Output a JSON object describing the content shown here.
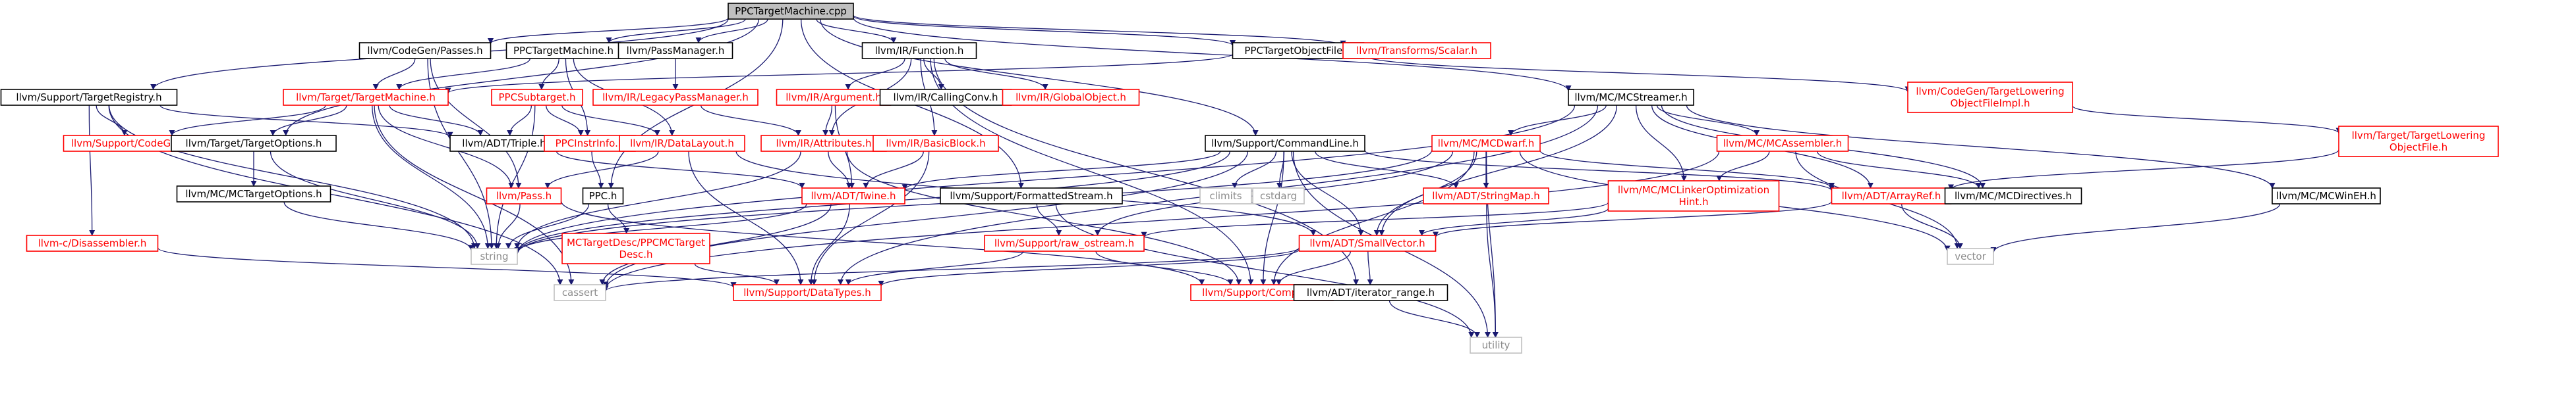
{
  "graph": {
    "colors": {
      "edge": "#191970",
      "root_fill": "#bfbfbf",
      "default_border": "#000000",
      "default_text": "#000000",
      "missing_border": "#ff0000",
      "missing_text": "#ff0000",
      "external_border": "#bfbfbf",
      "external_text": "#8c8c8c"
    },
    "nodes": [
      {
        "id": "root",
        "label": "PPCTargetMachine.cpp",
        "kind": "root"
      },
      {
        "id": "cgpasses",
        "label": "llvm/CodeGen/Passes.h",
        "kind": "default"
      },
      {
        "id": "ppctm",
        "label": "PPCTargetMachine.h",
        "kind": "default"
      },
      {
        "id": "passmgr",
        "label": "llvm/PassManager.h",
        "kind": "default"
      },
      {
        "id": "irfunc",
        "label": "llvm/IR/Function.h",
        "kind": "default"
      },
      {
        "id": "ppctof",
        "label": "PPCTargetObjectFile.h",
        "kind": "default"
      },
      {
        "id": "scalar",
        "label": "llvm/Transforms/Scalar.h",
        "kind": "missing"
      },
      {
        "id": "treg",
        "label": "llvm/Support/TargetRegistry.h",
        "kind": "default"
      },
      {
        "id": "ttm",
        "label": "llvm/Target/TargetMachine.h",
        "kind": "missing"
      },
      {
        "id": "ppcsub",
        "label": "PPCSubtarget.h",
        "kind": "missing"
      },
      {
        "id": "legacypm",
        "label": "llvm/IR/LegacyPassManager.h",
        "kind": "missing"
      },
      {
        "id": "irarg",
        "label": "llvm/IR/Argument.h",
        "kind": "missing"
      },
      {
        "id": "callconv",
        "label": "llvm/IR/CallingConv.h",
        "kind": "default"
      },
      {
        "id": "globalobj",
        "label": "llvm/IR/GlobalObject.h",
        "kind": "missing"
      },
      {
        "id": "mcstreamer",
        "label": "llvm/MC/MCStreamer.h",
        "kind": "default"
      },
      {
        "id": "tlofimpl",
        "label": "llvm/CodeGen/TargetLowering\nObjectFileImpl.h",
        "kind": "missing"
      },
      {
        "id": "tlof",
        "label": "llvm/Target/TargetLowering\nObjectFile.h",
        "kind": "missing"
      },
      {
        "id": "supcg",
        "label": "llvm/Support/CodeGen.h",
        "kind": "missing"
      },
      {
        "id": "ttopts",
        "label": "llvm/Target/TargetOptions.h",
        "kind": "default"
      },
      {
        "id": "triple",
        "label": "llvm/ADT/Triple.h",
        "kind": "default"
      },
      {
        "id": "ppcinstr",
        "label": "PPCInstrInfo.h",
        "kind": "missing"
      },
      {
        "id": "datalayout",
        "label": "llvm/IR/DataLayout.h",
        "kind": "missing"
      },
      {
        "id": "attrs",
        "label": "llvm/IR/Attributes.h",
        "kind": "missing"
      },
      {
        "id": "bb",
        "label": "llvm/IR/BasicBlock.h",
        "kind": "missing"
      },
      {
        "id": "cmdline",
        "label": "llvm/Support/CommandLine.h",
        "kind": "default"
      },
      {
        "id": "mcdwarf",
        "label": "llvm/MC/MCDwarf.h",
        "kind": "missing"
      },
      {
        "id": "mcasm",
        "label": "llvm/MC/MCAssembler.h",
        "kind": "missing"
      },
      {
        "id": "mcmctopts",
        "label": "llvm/MC/MCTargetOptions.h",
        "kind": "default"
      },
      {
        "id": "pass",
        "label": "llvm/Pass.h",
        "kind": "missing"
      },
      {
        "id": "ppch",
        "label": "PPC.h",
        "kind": "default"
      },
      {
        "id": "twine",
        "label": "llvm/ADT/Twine.h",
        "kind": "missing"
      },
      {
        "id": "climits",
        "label": "climits",
        "kind": "external"
      },
      {
        "id": "cstdarg",
        "label": "cstdarg",
        "kind": "external"
      },
      {
        "id": "fmtstream",
        "label": "llvm/Support/FormattedStream.h",
        "kind": "default"
      },
      {
        "id": "stringmap",
        "label": "llvm/ADT/StringMap.h",
        "kind": "missing"
      },
      {
        "id": "mclinker",
        "label": "llvm/MC/MCLinkerOptimization\nHint.h",
        "kind": "missing"
      },
      {
        "id": "arrayref",
        "label": "llvm/ADT/ArrayRef.h",
        "kind": "missing"
      },
      {
        "id": "mcdirectives",
        "label": "llvm/MC/MCDirectives.h",
        "kind": "default"
      },
      {
        "id": "mcwineh",
        "label": "llvm/MC/MCWinEH.h",
        "kind": "default"
      },
      {
        "id": "disasm",
        "label": "llvm-c/Disassembler.h",
        "kind": "missing"
      },
      {
        "id": "string",
        "label": "string",
        "kind": "external"
      },
      {
        "id": "mctdesc",
        "label": "MCTargetDesc/PPCMCTarget\nDesc.h",
        "kind": "missing"
      },
      {
        "id": "rawostream",
        "label": "llvm/Support/raw_ostream.h",
        "kind": "missing"
      },
      {
        "id": "smallvec",
        "label": "llvm/ADT/SmallVector.h",
        "kind": "missing"
      },
      {
        "id": "vector",
        "label": "vector",
        "kind": "external"
      },
      {
        "id": "cassert",
        "label": "cassert",
        "kind": "external"
      },
      {
        "id": "datatypes",
        "label": "llvm/Support/DataTypes.h",
        "kind": "missing"
      },
      {
        "id": "compiler",
        "label": "llvm/Support/Compiler.h",
        "kind": "missing"
      },
      {
        "id": "iterrange",
        "label": "llvm/ADT/iterator_range.h",
        "kind": "default"
      },
      {
        "id": "utility",
        "label": "utility",
        "kind": "external"
      }
    ],
    "edges": [
      [
        "root",
        "cgpasses"
      ],
      [
        "root",
        "ppctm"
      ],
      [
        "root",
        "passmgr"
      ],
      [
        "root",
        "irfunc"
      ],
      [
        "root",
        "ppctof"
      ],
      [
        "root",
        "scalar"
      ],
      [
        "root",
        "treg"
      ],
      [
        "root",
        "ttopts"
      ],
      [
        "root",
        "cmdline"
      ],
      [
        "root",
        "fmtstream"
      ],
      [
        "root",
        "mcstreamer"
      ],
      [
        "root",
        "ppch"
      ],
      [
        "cgpasses",
        "ttm"
      ],
      [
        "cgpasses",
        "pass"
      ],
      [
        "cgpasses",
        "string"
      ],
      [
        "ppctm",
        "ttm"
      ],
      [
        "ppctm",
        "ppcsub"
      ],
      [
        "ppctm",
        "ppcinstr"
      ],
      [
        "ppctm",
        "datalayout"
      ],
      [
        "passmgr",
        "legacypm"
      ],
      [
        "irfunc",
        "irarg"
      ],
      [
        "irfunc",
        "attrs"
      ],
      [
        "irfunc",
        "bb"
      ],
      [
        "irfunc",
        "callconv"
      ],
      [
        "irfunc",
        "globalobj"
      ],
      [
        "irfunc",
        "compiler"
      ],
      [
        "irfunc",
        "iterrange"
      ],
      [
        "ppctof",
        "tlofimpl"
      ],
      [
        "ppctof",
        "ttm"
      ],
      [
        "treg",
        "triple"
      ],
      [
        "treg",
        "supcg"
      ],
      [
        "treg",
        "disasm"
      ],
      [
        "treg",
        "cassert"
      ],
      [
        "treg",
        "string"
      ],
      [
        "ttm",
        "ttopts"
      ],
      [
        "ttm",
        "triple"
      ],
      [
        "ttm",
        "pass"
      ],
      [
        "ttm",
        "supcg"
      ],
      [
        "ttm",
        "string"
      ],
      [
        "ttm",
        "cassert"
      ],
      [
        "ppcsub",
        "ppcinstr"
      ],
      [
        "ppcsub",
        "datalayout"
      ],
      [
        "ppcsub",
        "string"
      ],
      [
        "ppcsub",
        "triple"
      ],
      [
        "legacypm",
        "attrs"
      ],
      [
        "irarg",
        "attrs"
      ],
      [
        "irarg",
        "twine"
      ],
      [
        "mcstreamer",
        "mcdwarf"
      ],
      [
        "mcstreamer",
        "mcasm"
      ],
      [
        "mcstreamer",
        "mclinker"
      ],
      [
        "mcstreamer",
        "arrayref"
      ],
      [
        "mcstreamer",
        "mcdirectives"
      ],
      [
        "mcstreamer",
        "mcwineh"
      ],
      [
        "mcstreamer",
        "smallvec"
      ],
      [
        "mcstreamer",
        "string"
      ],
      [
        "mcstreamer",
        "datatypes"
      ],
      [
        "tlofimpl",
        "tlof"
      ],
      [
        "tlof",
        "arrayref"
      ],
      [
        "ttopts",
        "mcmctopts"
      ],
      [
        "ttopts",
        "string"
      ],
      [
        "triple",
        "twine"
      ],
      [
        "ppcinstr",
        "ppch"
      ],
      [
        "datalayout",
        "pass"
      ],
      [
        "datalayout",
        "datatypes"
      ],
      [
        "datalayout",
        "smallvec"
      ],
      [
        "attrs",
        "twine"
      ],
      [
        "attrs",
        "string"
      ],
      [
        "attrs",
        "compiler"
      ],
      [
        "bb",
        "twine"
      ],
      [
        "bb",
        "datatypes"
      ],
      [
        "cmdline",
        "twine"
      ],
      [
        "cmdline",
        "climits"
      ],
      [
        "cmdline",
        "cstdarg"
      ],
      [
        "cmdline",
        "stringmap"
      ],
      [
        "cmdline",
        "smallvec"
      ],
      [
        "cmdline",
        "compiler"
      ],
      [
        "cmdline",
        "utility"
      ],
      [
        "cmdline",
        "string"
      ],
      [
        "cmdline",
        "cassert"
      ],
      [
        "cmdline",
        "arrayref"
      ],
      [
        "mcdwarf",
        "stringmap"
      ],
      [
        "mcdwarf",
        "arrayref"
      ],
      [
        "mcdwarf",
        "compiler"
      ],
      [
        "mcdwarf",
        "rawostream"
      ],
      [
        "mcdwarf",
        "string"
      ],
      [
        "mcdwarf",
        "utility"
      ],
      [
        "mcdwarf",
        "vector"
      ],
      [
        "mcdwarf",
        "smallvec"
      ],
      [
        "mcasm",
        "mcdirectives"
      ],
      [
        "mcasm",
        "mclinker"
      ],
      [
        "mcasm",
        "vector"
      ],
      [
        "mcasm",
        "cassert"
      ],
      [
        "mcmctopts",
        "string"
      ],
      [
        "pass",
        "string"
      ],
      [
        "pass",
        "compiler"
      ],
      [
        "ppch",
        "string"
      ],
      [
        "ppch",
        "mctdesc"
      ],
      [
        "twine",
        "string"
      ],
      [
        "twine",
        "cassert"
      ],
      [
        "twine",
        "datatypes"
      ],
      [
        "fmtstream",
        "rawostream"
      ],
      [
        "fmtstream",
        "utility"
      ],
      [
        "stringmap",
        "utility"
      ],
      [
        "mclinker",
        "rawostream"
      ],
      [
        "mclinker",
        "smallvec"
      ],
      [
        "arrayref",
        "smallvec"
      ],
      [
        "arrayref",
        "vector"
      ],
      [
        "mcwineh",
        "vector"
      ],
      [
        "disasm",
        "datatypes"
      ],
      [
        "mctdesc",
        "datatypes"
      ],
      [
        "rawostream",
        "datatypes"
      ],
      [
        "rawostream",
        "compiler"
      ],
      [
        "smallvec",
        "compiler"
      ],
      [
        "smallvec",
        "iterrange"
      ],
      [
        "smallvec",
        "datatypes"
      ],
      [
        "smallvec",
        "cassert"
      ],
      [
        "iterrange",
        "utility"
      ]
    ]
  }
}
